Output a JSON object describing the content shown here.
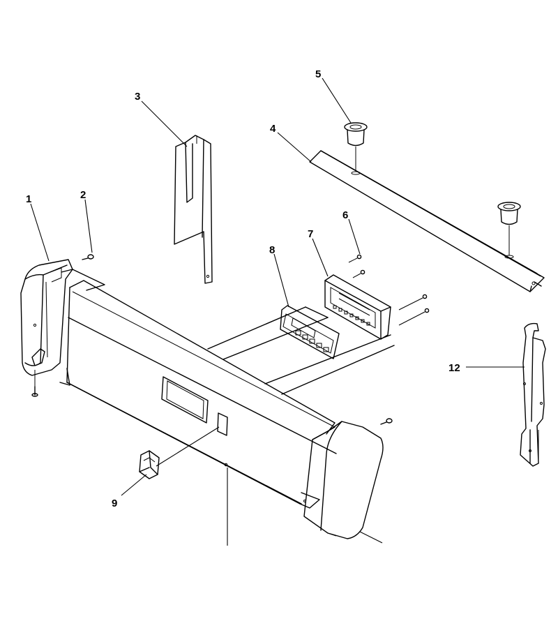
{
  "diagram": {
    "callouts": [
      {
        "id": "1",
        "text": "1",
        "part": "left-end-cap"
      },
      {
        "id": "2",
        "text": "2",
        "part": "screw"
      },
      {
        "id": "3",
        "text": "3",
        "part": "bracket"
      },
      {
        "id": "4",
        "text": "4",
        "part": "rear-channel"
      },
      {
        "id": "5",
        "text": "5",
        "part": "grommet"
      },
      {
        "id": "6",
        "text": "6",
        "part": "screw"
      },
      {
        "id": "7",
        "text": "7",
        "part": "electronic-control"
      },
      {
        "id": "8",
        "text": "8",
        "part": "keypad-overlay"
      },
      {
        "id": "9",
        "text": "9",
        "part": "switch"
      },
      {
        "id": "12",
        "text": "12",
        "part": "side-bracket"
      }
    ]
  }
}
